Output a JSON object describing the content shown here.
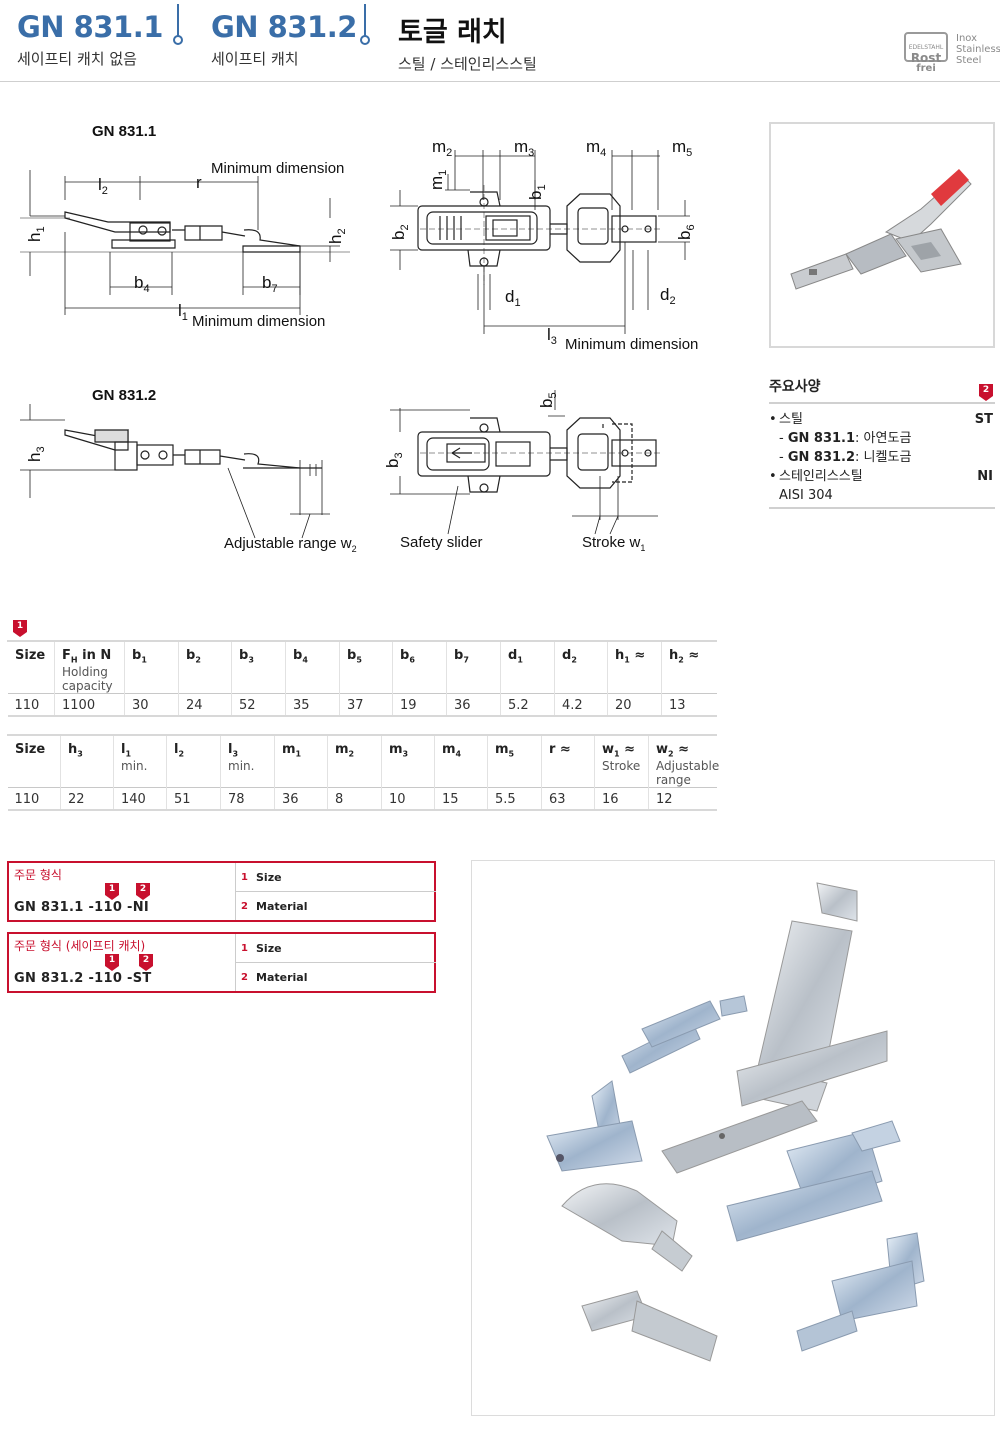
{
  "header": {
    "code1": "GN 831.1",
    "sub1": "세이프티 캐치 없음",
    "code2": "GN 831.2",
    "sub2": "세이프티 캐치",
    "title": "토글 래치",
    "subtitle": "스틸 / 스테인리스스틸",
    "badge_top": "EDELSTAHL",
    "badge_l1": "Rost",
    "badge_l2": "frei",
    "inox": [
      "Inox",
      "Stainless",
      "Steel"
    ]
  },
  "drawings": {
    "label_gn1": "GN 831.1",
    "label_gn2": "GN 831.2",
    "min_dim_1": "Minimum dimension",
    "min_dim_2": "Minimum dimension",
    "min_dim_3": "Minimum dimension",
    "adjustable": "Adjustable range w",
    "adjustable_sub": "2",
    "safety_slider": "Safety slider",
    "stroke": "Stroke w",
    "stroke_sub": "1",
    "dims": {
      "l2": "l",
      "l2s": "2",
      "r": "r",
      "h1": "h",
      "h1s": "1",
      "h2": "h",
      "h2s": "2",
      "b4": "b",
      "b4s": "4",
      "b7": "b",
      "b7s": "7",
      "l1": "l",
      "l1s": "1",
      "m2": "m",
      "m2s": "2",
      "m3": "m",
      "m3s": "3",
      "m4": "m",
      "m4s": "4",
      "m5": "m",
      "m5s": "5",
      "m1": "m",
      "m1s": "1",
      "b1": "b",
      "b1s": "1",
      "b2": "b",
      "b2s": "2",
      "b6": "b",
      "b6s": "6",
      "d1": "d",
      "d1s": "1",
      "d2": "d",
      "d2s": "2",
      "l3": "l",
      "l3s": "3",
      "h3": "h",
      "h3s": "3",
      "b3": "b",
      "b3s": "3",
      "b5": "b",
      "b5s": "5"
    }
  },
  "spec": {
    "title": "주요사양",
    "marker": "2",
    "items": [
      {
        "text": "스틸",
        "code": "ST",
        "bullet": "•"
      },
      {
        "text": "GN 831.1",
        "after": ": 아연도금",
        "dash": "-"
      },
      {
        "text": "GN 831.2",
        "after": ": 니켈도금",
        "dash": "-"
      },
      {
        "text": "스테인리스스틸",
        "code": "NI",
        "bullet": "•"
      },
      {
        "text": "AISI 304"
      }
    ]
  },
  "table1": {
    "marker": "1",
    "headers": [
      {
        "main": "Size"
      },
      {
        "main": "F",
        "sub": "H",
        "after": " in N",
        "small": "Holding capacity"
      },
      {
        "main": "b",
        "sub": "1"
      },
      {
        "main": "b",
        "sub": "2"
      },
      {
        "main": "b",
        "sub": "3"
      },
      {
        "main": "b",
        "sub": "4"
      },
      {
        "main": "b",
        "sub": "5"
      },
      {
        "main": "b",
        "sub": "6"
      },
      {
        "main": "b",
        "sub": "7"
      },
      {
        "main": "d",
        "sub": "1"
      },
      {
        "main": "d",
        "sub": "2"
      },
      {
        "main": "h",
        "sub": "1",
        "after": " ≈"
      },
      {
        "main": "h",
        "sub": "2",
        "after": " ≈"
      }
    ],
    "row": [
      "110",
      "1100",
      "30",
      "24",
      "52",
      "35",
      "37",
      "19",
      "36",
      "5.2",
      "4.2",
      "20",
      "13"
    ]
  },
  "table2": {
    "headers": [
      {
        "main": "Size"
      },
      {
        "main": "h",
        "sub": "3"
      },
      {
        "main": "l",
        "sub": "1",
        "small": "min."
      },
      {
        "main": "l",
        "sub": "2"
      },
      {
        "main": "l",
        "sub": "3",
        "small": "min."
      },
      {
        "main": "m",
        "sub": "1"
      },
      {
        "main": "m",
        "sub": "2"
      },
      {
        "main": "m",
        "sub": "3"
      },
      {
        "main": "m",
        "sub": "4"
      },
      {
        "main": "m",
        "sub": "5"
      },
      {
        "main": "r ≈"
      },
      {
        "main": "w",
        "sub": "1",
        "after": " ≈",
        "small": "Stroke"
      },
      {
        "main": "w",
        "sub": "2",
        "after": " ≈",
        "small": "Adjustable range"
      }
    ],
    "row": [
      "110",
      "22",
      "140",
      "51",
      "78",
      "36",
      "8",
      "10",
      "15",
      "5.5",
      "63",
      "16",
      "12"
    ]
  },
  "order1": {
    "title": "주문 형식",
    "code_a": "GN  831.1",
    "code_b": "-110",
    "code_c": "-NI",
    "m1": "1",
    "m2": "2",
    "rows": [
      {
        "num": "1",
        "label": "Size"
      },
      {
        "num": "2",
        "label": "Material"
      }
    ]
  },
  "order2": {
    "title": "주문 형식 (세이프티 캐치)",
    "code_a": "GN  831.2",
    "code_b": "-110",
    "code_c": "-ST",
    "m1": "1",
    "m2": "2",
    "rows": [
      {
        "num": "1",
        "label": "Size"
      },
      {
        "num": "2",
        "label": "Material"
      }
    ]
  },
  "colors": {
    "brand_blue": "#3a6ea8",
    "accent_red": "#c8102e"
  }
}
